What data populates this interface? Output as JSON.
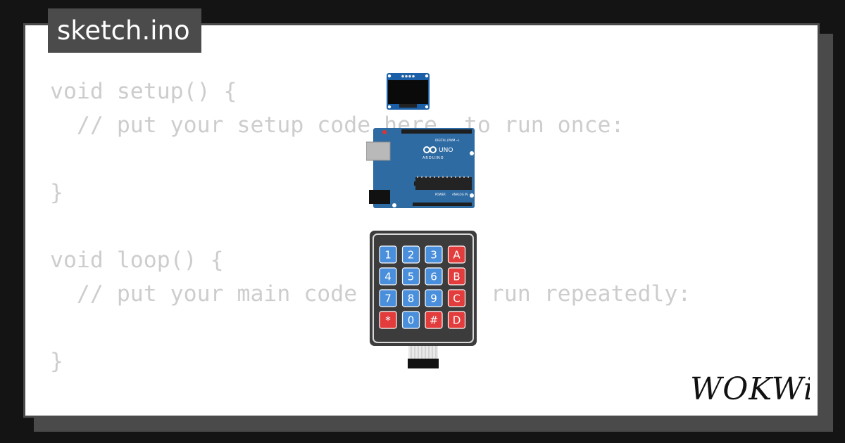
{
  "file_tab": {
    "label": "sketch.ino"
  },
  "code_lines": [
    "void setup() {",
    "  // put your setup code here, to run once:",
    "",
    "}",
    "",
    "void loop() {",
    "  // put your main code here, to run repeatedly:",
    "",
    "}"
  ],
  "board": {
    "brand": "ARDUINO",
    "model": "UNO",
    "header_label": "DIGITAL (PWM ~)",
    "power_label": "POWER",
    "analog_label": "ANALOG IN"
  },
  "keypad": {
    "keys": [
      "1",
      "2",
      "3",
      "A",
      "4",
      "5",
      "6",
      "B",
      "7",
      "8",
      "9",
      "C",
      "*",
      "0",
      "#",
      "D"
    ],
    "colors": {
      "digit": "#4a8fdc",
      "letter": "#e23c3c",
      "body": "#3c3c3c"
    }
  },
  "brand_logo": {
    "text": "WOKWi"
  },
  "colors": {
    "background": "#141414",
    "card": "#ffffff",
    "card_border": "#4a4a4a",
    "code_text": "#cdcdcd",
    "board": "#2f6ba3"
  }
}
